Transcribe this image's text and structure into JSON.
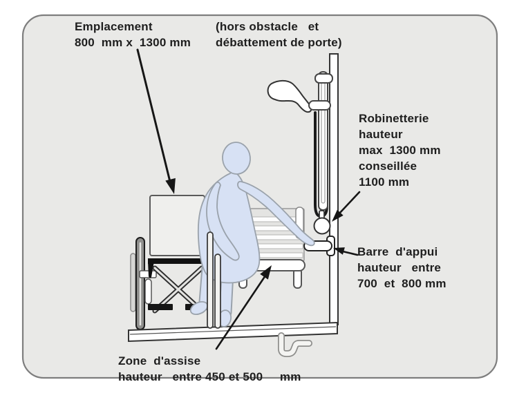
{
  "labels": {
    "emplacement": "Emplacement\n800  mm x  1300 mm",
    "clearance": "(hors obstacle   et\ndébattement de porte)",
    "robinetterie": "Robinetterie\nhauteur\nmax  1300 mm\nconseillée\n1100 mm",
    "barre_appui": "Barre  d'appui\nhauteur   entre\n700  et  800 mm",
    "zone_assise": "Zone  d'assise\nhauteur   entre 450 et 500     mm"
  },
  "measurements": {
    "emplacement_mm": "800 x 1300",
    "robinetterie_hauteur_max_mm": "1300",
    "robinetterie_hauteur_conseillee_mm": "1100",
    "barre_appui_hauteur_mm": "700–800",
    "zone_assise_hauteur_mm": "450–500"
  },
  "figures": [
    "wheelchair",
    "person-transferring",
    "shower-head",
    "shower-rail",
    "shower-hose",
    "faucet-knob",
    "grab-bar",
    "shower-bench",
    "seat-back-slats",
    "wall",
    "shower-floor",
    "drain-pipe",
    "annotation-arrows"
  ],
  "colors": {
    "canvas_bg": "#ffffff",
    "panel_bg": "#e9e9e7",
    "panel_border": "#7e7e7e",
    "line": "#2b2b2b",
    "person_fill": "#d7e1f4",
    "person_outline": "#9aa2ab",
    "text": "#1e1e1e"
  }
}
